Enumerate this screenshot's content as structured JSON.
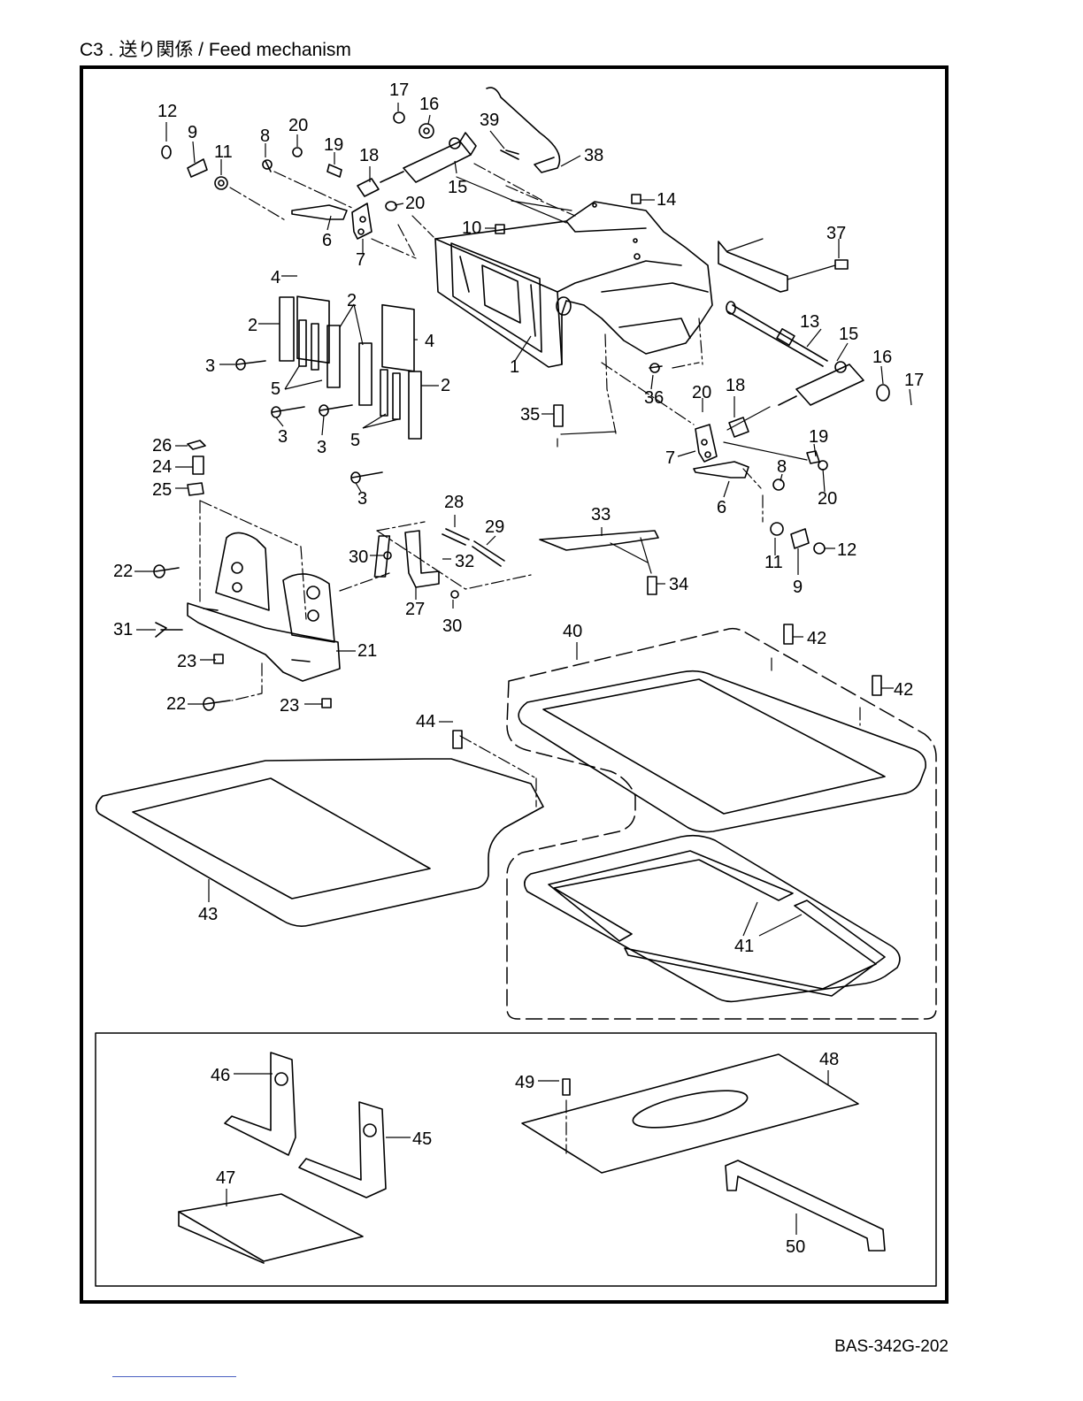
{
  "page": {
    "title": "C3 . 送り関係 / Feed mechanism",
    "doc_code": "BAS-342G-202"
  },
  "diagram": {
    "labels": [
      "1",
      "2",
      "2",
      "2",
      "3",
      "3",
      "3",
      "3",
      "4",
      "4",
      "5",
      "5",
      "6",
      "6",
      "7",
      "7",
      "8",
      "8",
      "9",
      "9",
      "10",
      "11",
      "11",
      "12",
      "12",
      "13",
      "14",
      "15",
      "15",
      "16",
      "16",
      "17",
      "17",
      "18",
      "18",
      "19",
      "19",
      "20",
      "20",
      "20",
      "20",
      "21",
      "22",
      "22",
      "23",
      "23",
      "24",
      "25",
      "26",
      "27",
      "28",
      "29",
      "30",
      "30",
      "31",
      "32",
      "33",
      "34",
      "35",
      "36",
      "37",
      "38",
      "39",
      "40",
      "41",
      "42",
      "42",
      "43",
      "44",
      "45",
      "46",
      "47",
      "48",
      "49",
      "50"
    ]
  }
}
